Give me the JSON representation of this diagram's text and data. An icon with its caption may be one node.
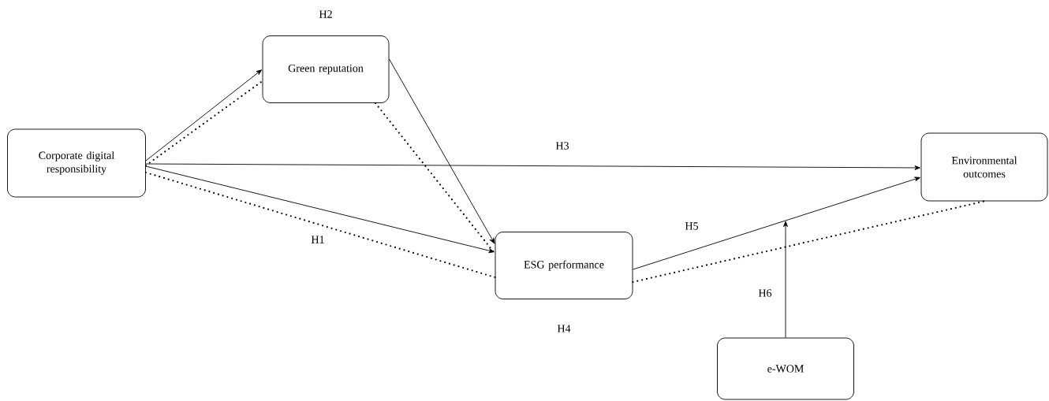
{
  "diagram": {
    "nodes": [
      {
        "text": [
          "Corporate digital responsibility"
        ]
      },
      {
        "text": [
          "Green reputation"
        ]
      },
      {
        "text": [
          "ESG performance"
        ]
      },
      {
        "text": [
          "Environmental outcomes"
        ]
      },
      {
        "text": [
          "e-WOM"
        ]
      }
    ],
    "edges": [
      {
        "from": 0,
        "to": 1,
        "arrow": "to"
      },
      {
        "from": 1,
        "to": 2,
        "arrow": "to"
      },
      {
        "from": 0,
        "to": 3,
        "arrow": "to",
        "label": "H3"
      },
      {
        "from": 0,
        "to": 2,
        "arrow": "to"
      },
      {
        "from": 2,
        "to": 3,
        "arrow": "to",
        "label": "H5"
      },
      {
        "from": 4,
        "to": null,
        "arrow": "to",
        "label": "H6"
      },
      {
        "from": 0,
        "to": 1,
        "arrow": "none",
        "style": "dashed"
      },
      {
        "from": 1,
        "to": 2,
        "arrow": "none",
        "style": "dashed"
      },
      {
        "from": 0,
        "to": 2,
        "arrow": "none",
        "style": "dashed",
        "label": "H1"
      },
      {
        "from": 2,
        "to": 3,
        "arrow": "none",
        "style": "dashed"
      }
    ],
    "labels": [
      "H2",
      "H4"
    ]
  }
}
